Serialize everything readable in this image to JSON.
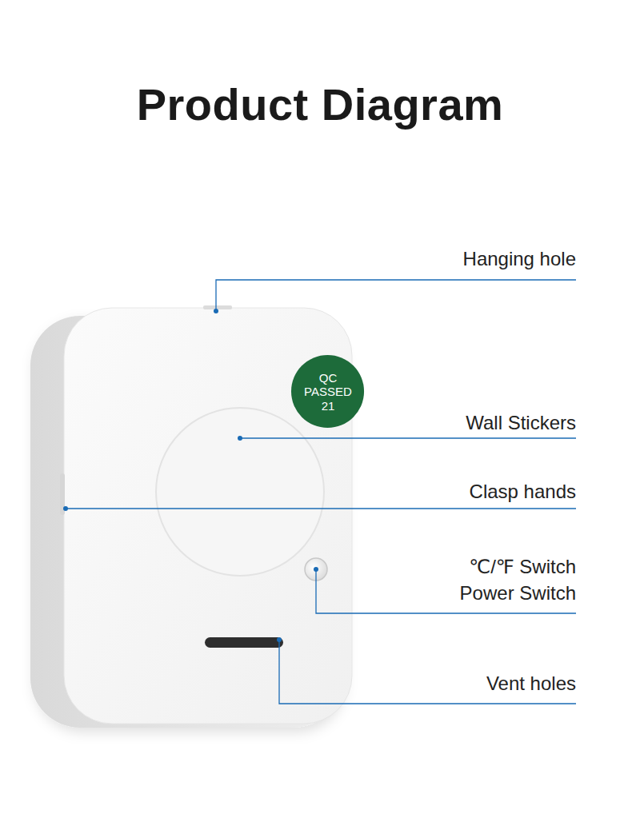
{
  "diagram": {
    "title": "Product Diagram",
    "nodes": [
      {
        "text": [
          "QC PASSED 21"
        ]
      }
    ],
    "labels": [
      "Hanging hole",
      "Wall Stickers",
      "Clasp hands",
      "℃/℉ Switch",
      "Power Switch",
      "Vent holes"
    ]
  }
}
